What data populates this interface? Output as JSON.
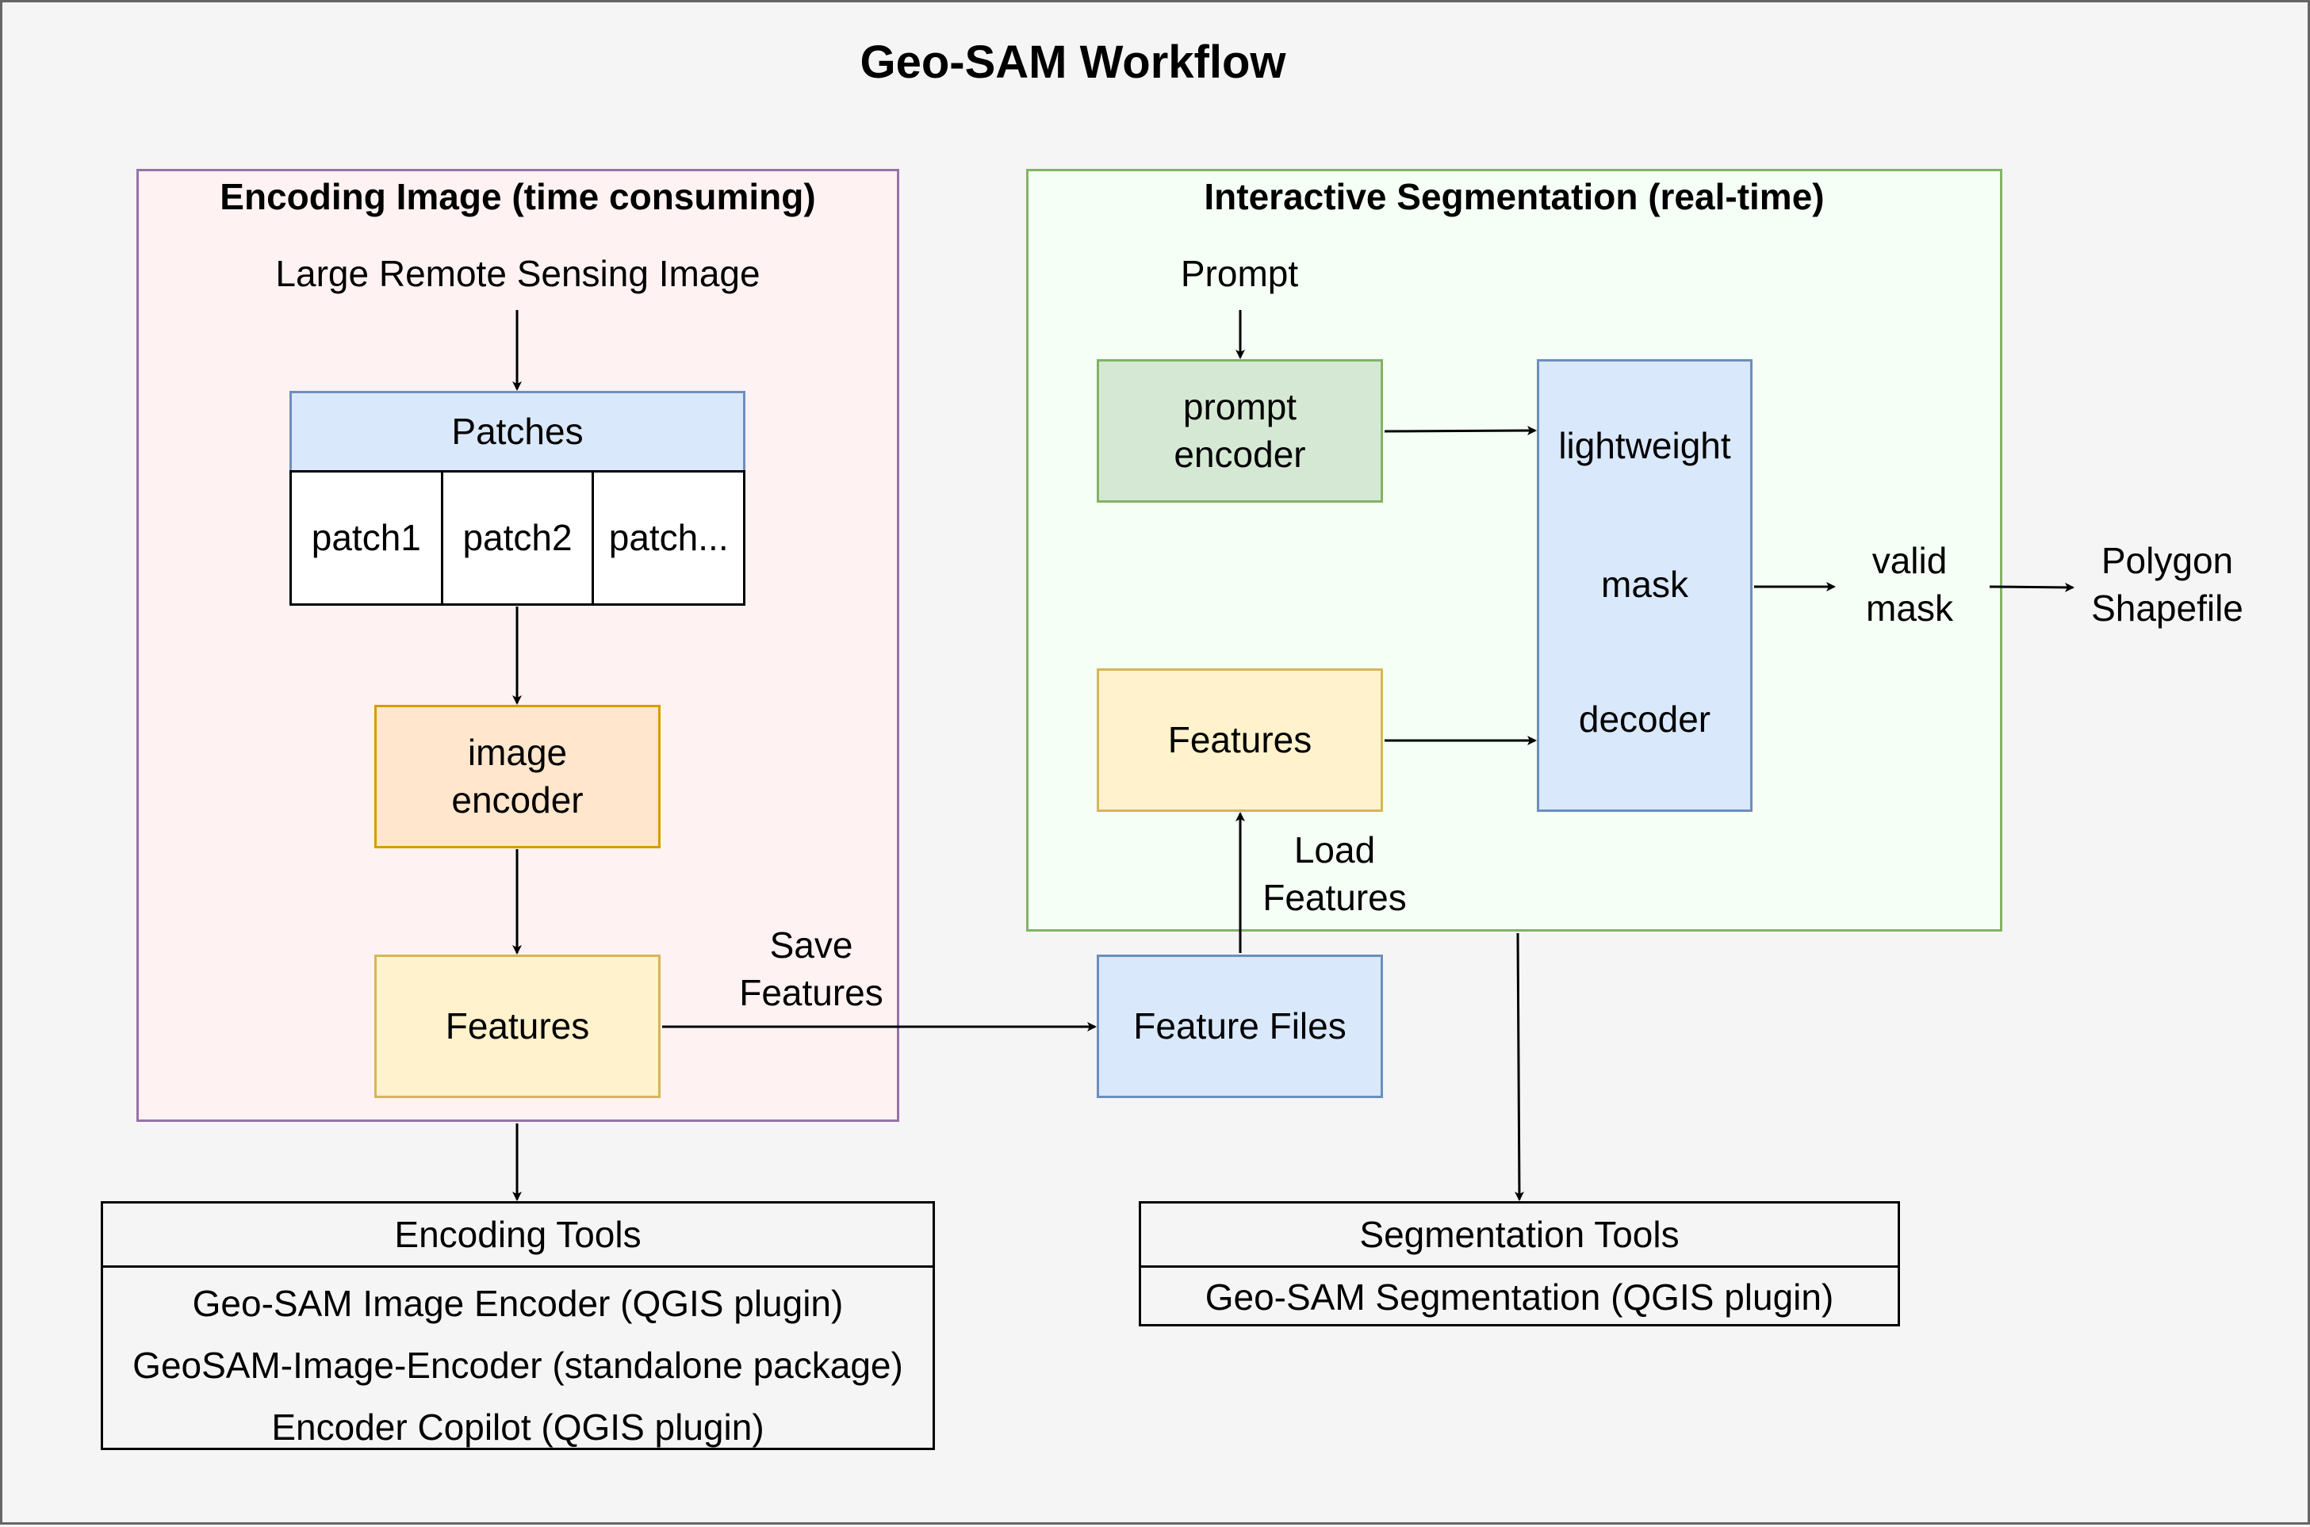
{
  "title": "Geo-SAM Workflow",
  "encoding_group": {
    "title": "Encoding Image (time consuming)",
    "input_label": "Large Remote Sensing Image",
    "patches": {
      "header": "Patches",
      "items": [
        "patch1",
        "patch2",
        "patch..."
      ]
    },
    "image_encoder": "image encoder",
    "features": "Features"
  },
  "interactive_group": {
    "title": "Interactive Segmentation (real-time)",
    "prompt_label": "Prompt",
    "prompt_encoder": "prompt encoder",
    "features": "Features",
    "mask_decoder": [
      "lightweight",
      "mask",
      "decoder"
    ],
    "load_features_label": "Load Features"
  },
  "save_features_label": "Save Features",
  "feature_files": "Feature Files",
  "valid_mask": "valid mask",
  "polygon_shapefile": "Polygon Shapefile",
  "encoding_tools": {
    "header": "Encoding Tools",
    "items": [
      "Geo-SAM Image Encoder (QGIS plugin)",
      "GeoSAM-Image-Encoder (standalone package)",
      "Encoder Copilot (QGIS plugin)"
    ]
  },
  "segmentation_tools": {
    "header": "Segmentation Tools",
    "items": [
      "Geo-SAM Segmentation (QGIS plugin)"
    ]
  },
  "colors": {
    "encoding_group_bg": "#fff2f2",
    "encoding_group_border": "#9673a6",
    "interactive_group_bg": "#f5fff5",
    "interactive_group_border": "#82b366",
    "blue_fill": "#dae8fc",
    "blue_border": "#6c8ebf",
    "orange_fill": "#ffe6cc",
    "orange_border": "#d79b00",
    "yellow_fill": "#fff2cc",
    "yellow_border": "#d6b656",
    "green_fill": "#d5e8d4",
    "green_border": "#82b366"
  }
}
